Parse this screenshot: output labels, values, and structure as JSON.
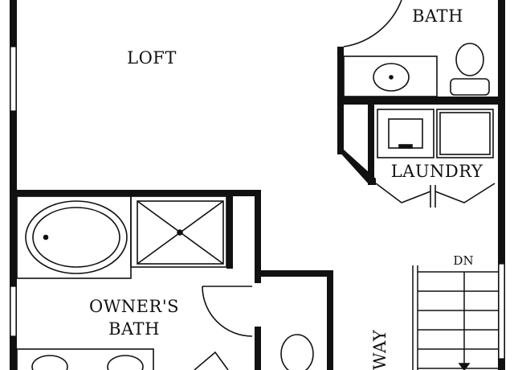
{
  "floor_plan": {
    "rooms": {
      "loft": "LOFT",
      "bath": "BATH",
      "laundry": "LAUNDRY",
      "owners_bath_line1": "OWNER'S",
      "owners_bath_line2": "BATH",
      "hallway_partial": "WAY"
    },
    "stairs": {
      "direction_label": "DN"
    }
  }
}
